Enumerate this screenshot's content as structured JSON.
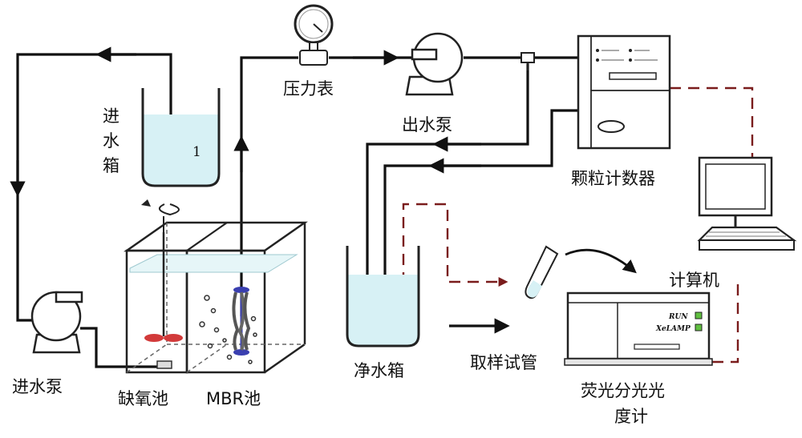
{
  "labels": {
    "inlet_tank_line1": "进",
    "inlet_tank_line2": "水",
    "inlet_tank_line3": "箱",
    "inlet_tank_number": "1",
    "pressure_gauge": "压力表",
    "outlet_pump": "出水泵",
    "particle_counter": "颗粒计数器",
    "computer": "计算机",
    "clean_water_tank": "净水箱",
    "sampling_tube": "取样试管",
    "fluorometer_line1": "荧光分光光",
    "fluorometer_line2": "度计",
    "inlet_pump": "进水泵",
    "anoxic_tank": "缺氧池",
    "mbr_tank": "MBR池"
  },
  "fluorometer_panel": {
    "run": "RUN",
    "xe_lamp": "XeLAMP"
  },
  "colors": {
    "water": "#d7f1f5",
    "pipe": "#111111",
    "signal_dashed": "#7a1c1c",
    "indicator_green": "#5fbf3f",
    "impeller_red": "#d23a3a",
    "membrane_blue": "#3a3fb0"
  }
}
